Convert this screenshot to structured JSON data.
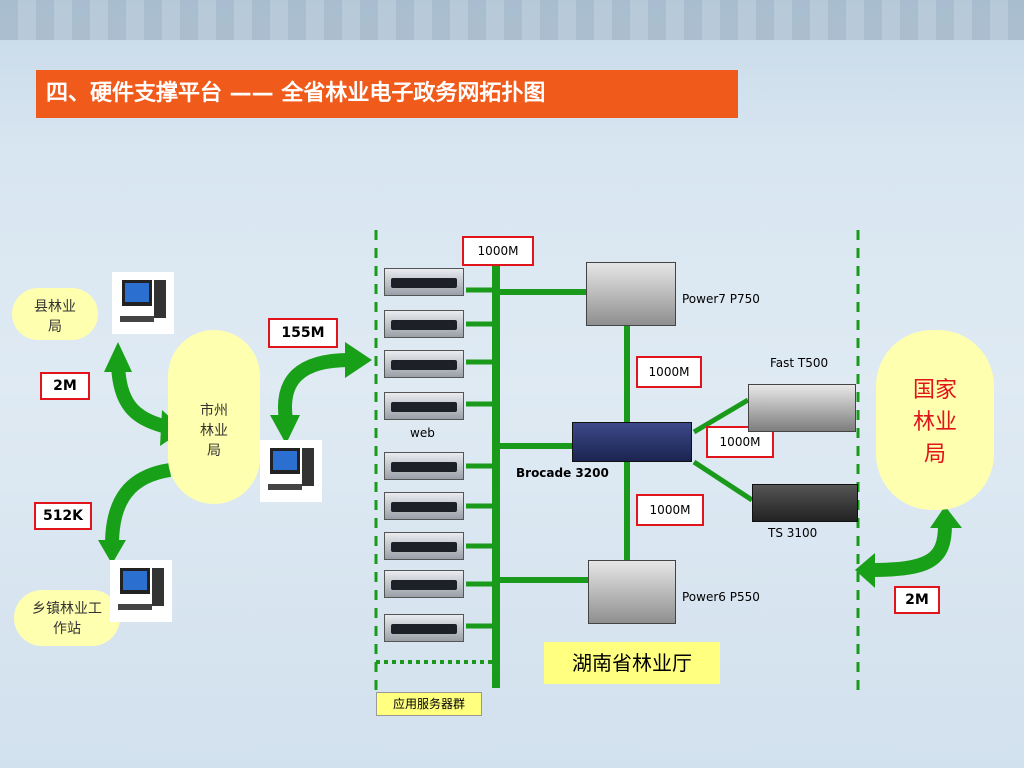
{
  "title": "四、硬件支撑平台 —— 全省林业电子政务网拓扑图",
  "nodes": {
    "county": "县林业局",
    "city": "市州林业局",
    "township": "乡镇林业工作站",
    "national": "国家林业局",
    "provincial": "湖南省林业厅",
    "server_group": "应用服务器群",
    "web": "web",
    "brocade": "Brocade 3200",
    "power7": "Power7 P750",
    "power6": "Power6 P550",
    "fast": "Fast T500",
    "ts": "TS 3100"
  },
  "links": {
    "county_city": "2M",
    "city_province": "155M",
    "township_city": "512K",
    "national_province": "2M",
    "backbone": "1000M",
    "p750_brocade": "1000M",
    "brocade_storage": "1000M",
    "brocade_p550": "1000M"
  },
  "colors": {
    "title_bg": "#f05a1a",
    "link_green": "#1a9a1a",
    "label_border": "#e0141a",
    "cloud": "#ffffb0"
  }
}
